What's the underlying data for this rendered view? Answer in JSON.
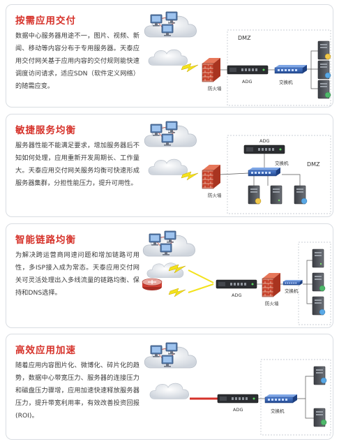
{
  "sections": [
    {
      "title": "按需应用交付",
      "desc": "数据中心服务器用途不一，图片、视频、新闻、移动等内容分布于专用服务器。天泰应用交付网关基于应用内容的交付规则能快速调度访问请求，适应SDN（软件定义网络）的随需应变。",
      "labels": {
        "zone": "DMZ",
        "firewall": "防火墙",
        "adg": "ADG",
        "switch": "交换机"
      }
    },
    {
      "title": "敏捷服务均衡",
      "desc": "服务器性能不能满足要求，增加服务器后不知如何处理，应用重新开发周期长、工作量大。天泰应用交付网关服务均衡可快速形成服务器集群，分担性能压力，提升可用性。",
      "labels": {
        "zone": "DMZ",
        "firewall": "防火墙",
        "adg": "ADG",
        "switch": "交换机"
      }
    },
    {
      "title": "智能链路均衡",
      "desc": "为解决跨运营商网速问题和增加链路可用性，多ISP接入成为常态。天泰应用交付网关可灵活处理出入多线流量的链路均衡、保持和DNS选择。",
      "labels": {
        "firewall": "防火墙",
        "adg": "ADG",
        "switch": "交换机"
      }
    },
    {
      "title": "高效应用加速",
      "desc": "随着应用内容图片化、微博化、碎片化的趋势，数据中心带宽压力、服务器的连接压力和磁盘压力骤增，应用加速快速释放服务器压力，提升带宽利用率，有效改善投资回报(ROI)。",
      "labels": {
        "adg": "ADG",
        "switch": "交换机"
      }
    }
  ],
  "colors": {
    "title": "#d6322a",
    "bolt": "#f3e21c",
    "adg": "#2b2d31",
    "switch": "#2f5aa8",
    "firewall": "#c2412c",
    "cloud": "#e6e9ee"
  }
}
